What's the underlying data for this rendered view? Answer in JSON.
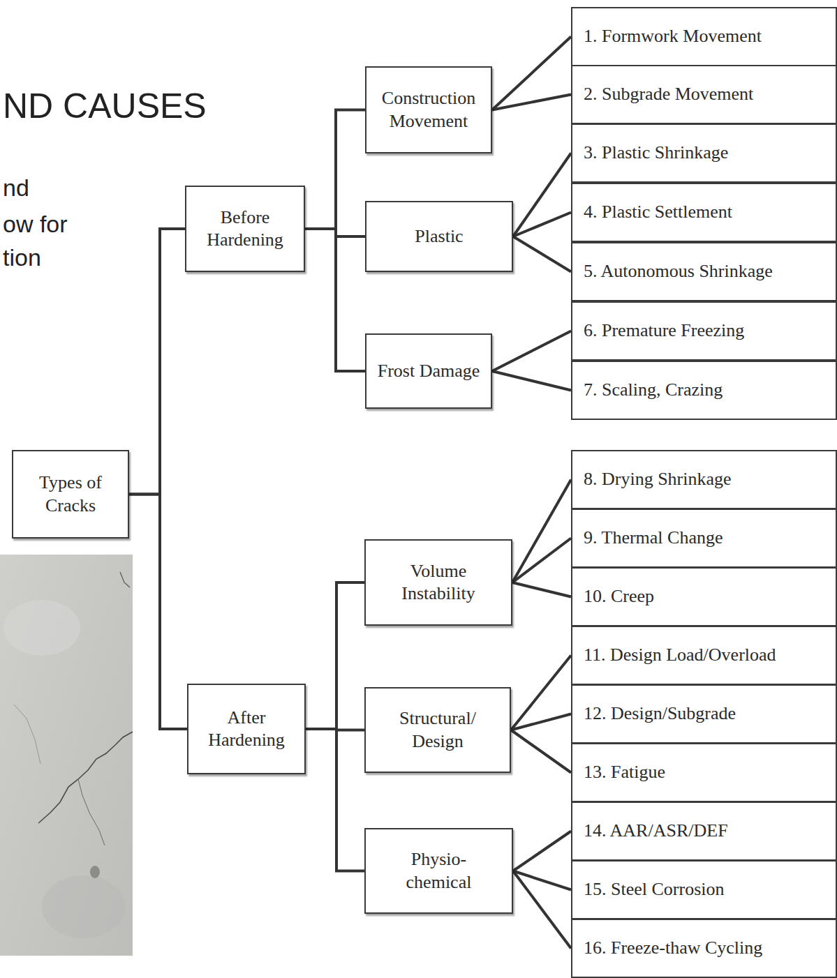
{
  "diagram": {
    "title": "ND CAUSES",
    "nodes": [
      {
        "text": [
          "Types of Cracks"
        ]
      },
      {
        "text": [
          "Before Hardening"
        ]
      },
      {
        "text": [
          "After Hardening"
        ]
      },
      {
        "text": [
          "Construction Movement"
        ]
      },
      {
        "text": [
          "Plastic"
        ]
      },
      {
        "text": [
          "Frost Damage"
        ]
      },
      {
        "text": [
          "Volume Instability"
        ]
      },
      {
        "text": [
          "Structural/ Design"
        ]
      },
      {
        "text": [
          "Physio- chemical"
        ]
      },
      {
        "text": [
          "1. Formwork Movement"
        ]
      },
      {
        "text": [
          "2. Subgrade Movement"
        ]
      },
      {
        "text": [
          "3. Plastic Shrinkage"
        ]
      },
      {
        "text": [
          "4. Plastic Settlement"
        ]
      },
      {
        "text": [
          "5. Autonomous Shrinkage"
        ]
      },
      {
        "text": [
          "6. Premature Freezing"
        ]
      },
      {
        "text": [
          "7. Scaling, Crazing"
        ]
      },
      {
        "text": [
          "8. Drying Shrinkage"
        ]
      },
      {
        "text": [
          "9. Thermal Change"
        ]
      },
      {
        "text": [
          "10. Creep"
        ]
      },
      {
        "text": [
          "11. Design Load/Overload"
        ]
      },
      {
        "text": [
          "12. Design/Subgrade"
        ]
      },
      {
        "text": [
          "13. Fatigue"
        ]
      },
      {
        "text": [
          "14. AAR/ASR/DEF"
        ]
      },
      {
        "text": [
          "15. Steel Corrosion"
        ]
      },
      {
        "text": [
          "16. Freeze-thaw Cycling"
        ]
      }
    ],
    "edges": [
      {
        "from": 0,
        "to": 1,
        "arrow": "none"
      },
      {
        "from": 0,
        "to": 2,
        "arrow": "none"
      },
      {
        "from": 1,
        "to": 3,
        "arrow": "none"
      },
      {
        "from": 1,
        "to": 4,
        "arrow": "none"
      },
      {
        "from": 1,
        "to": 5,
        "arrow": "none"
      },
      {
        "from": 2,
        "to": 6,
        "arrow": "none"
      },
      {
        "from": 2,
        "to": 7,
        "arrow": "none"
      },
      {
        "from": 2,
        "to": 8,
        "arrow": "none"
      },
      {
        "from": 3,
        "to": 9,
        "arrow": "none"
      },
      {
        "from": 3,
        "to": 10,
        "arrow": "none"
      },
      {
        "from": 4,
        "to": 11,
        "arrow": "none"
      },
      {
        "from": 4,
        "to": 12,
        "arrow": "none"
      },
      {
        "from": 4,
        "to": 13,
        "arrow": "none"
      },
      {
        "from": 5,
        "to": 14,
        "arrow": "none"
      },
      {
        "from": 5,
        "to": 15,
        "arrow": "none"
      },
      {
        "from": 6,
        "to": 16,
        "arrow": "none"
      },
      {
        "from": 6,
        "to": 17,
        "arrow": "none"
      },
      {
        "from": 6,
        "to": 18,
        "arrow": "none"
      },
      {
        "from": 7,
        "to": 19,
        "arrow": "none"
      },
      {
        "from": 7,
        "to": 20,
        "arrow": "none"
      },
      {
        "from": 7,
        "to": 21,
        "arrow": "none"
      },
      {
        "from": 8,
        "to": 22,
        "arrow": "none"
      },
      {
        "from": 8,
        "to": 23,
        "arrow": "none"
      },
      {
        "from": 8,
        "to": 24,
        "arrow": "none"
      }
    ],
    "labels": [
      "nd",
      "ow for",
      "tion"
    ]
  }
}
